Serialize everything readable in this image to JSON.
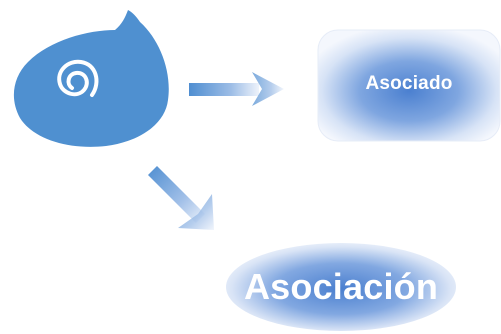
{
  "diagram": {
    "nodes": [
      {
        "id": "asociado",
        "label": "Asociado",
        "shape": "rounded-rect"
      },
      {
        "id": "asociacion",
        "label": "Asociación",
        "shape": "ellipse"
      }
    ],
    "source_icon": "spiral-shell-icon",
    "edges": [
      {
        "from": "shell",
        "to": "asociado",
        "icon": "arrow-right-icon"
      },
      {
        "from": "shell",
        "to": "asociacion",
        "icon": "arrow-down-right-icon"
      }
    ],
    "colors": {
      "shell": "#4f90d0",
      "node_fill": "#5b8fd6",
      "node_glow": "#ffffff",
      "arrow": "#4f8ed1",
      "label": "#ffffff"
    }
  }
}
